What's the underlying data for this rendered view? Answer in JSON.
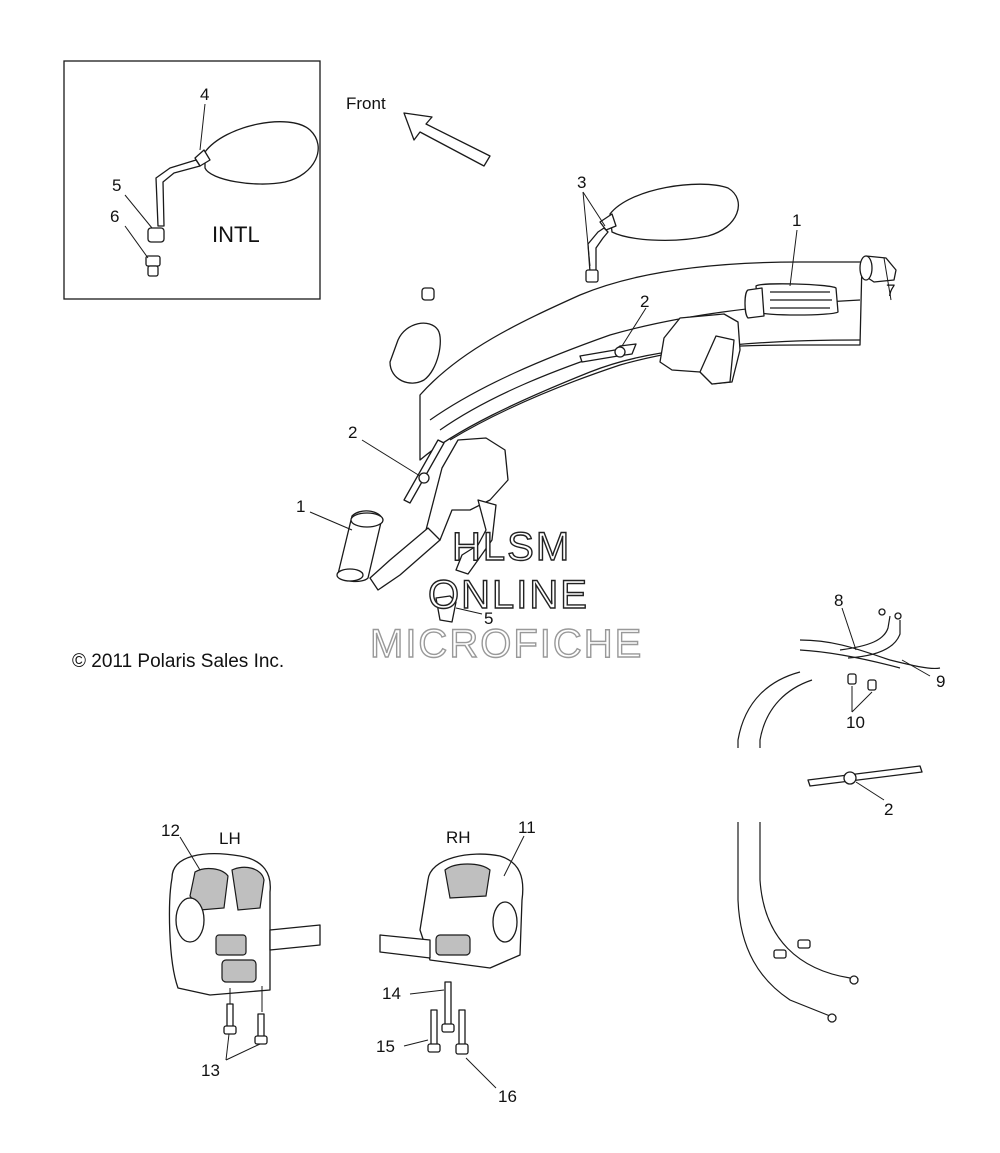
{
  "labels": {
    "front": "Front",
    "intl": "INTL",
    "lh": "LH",
    "rh": "RH"
  },
  "copyright": "© 2011 Polaris Sales Inc.",
  "watermark": {
    "line1": "HLSM",
    "line2": "ONLINE",
    "line3": "MICROFICHE"
  },
  "callouts": {
    "intl_mirror": "4",
    "intl_adapter": "5",
    "intl_bolt": "6",
    "mirror": "3",
    "grip_right": "1",
    "grip_left": "1",
    "end_weight": "7",
    "clip_upper": "2",
    "clip_left": "2",
    "clip_cable": "2",
    "bar_end_lower": "5",
    "cable_8": "8",
    "cable_9": "9",
    "cable_10": "10",
    "switch_lh": "12",
    "switch_rh": "11",
    "screw_13": "13",
    "screw_14": "14",
    "screw_15": "15",
    "screw_16": "16"
  }
}
